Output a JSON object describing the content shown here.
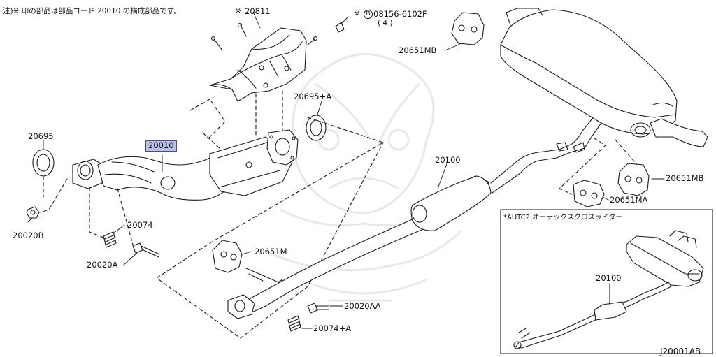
{
  "note": {
    "header": "注)※ 印の部品は部品コード 20010 の構成部品です。",
    "ref_star": "※",
    "ref_code": "20811",
    "bolt_prefix": "※",
    "bolt_b": "B",
    "bolt_code": "08156-6102F",
    "bolt_qty": "( 4 )"
  },
  "inset": {
    "title": "*AUTC2 オーテックスクロスライダー",
    "part": "20100"
  },
  "labels": {
    "p20811": "20811",
    "p20695": "20695",
    "p20695a": "20695+A",
    "p20010": "20010",
    "p20020b": "20020B",
    "p20074": "20074",
    "p20020a": "20020A",
    "p20651mb_top": "20651MB",
    "p20651mb_right": "20651MB",
    "p20651ma": "20651MA",
    "p20100": "20100",
    "p20651m": "20651M",
    "p20020aa": "20020AA",
    "p20074a": "20074+A"
  },
  "diagram_code": "J20001AB",
  "colors": {
    "line": "#1a1a1a",
    "highlight": "#b9c0e8",
    "watermark": "#e6e6e6"
  }
}
